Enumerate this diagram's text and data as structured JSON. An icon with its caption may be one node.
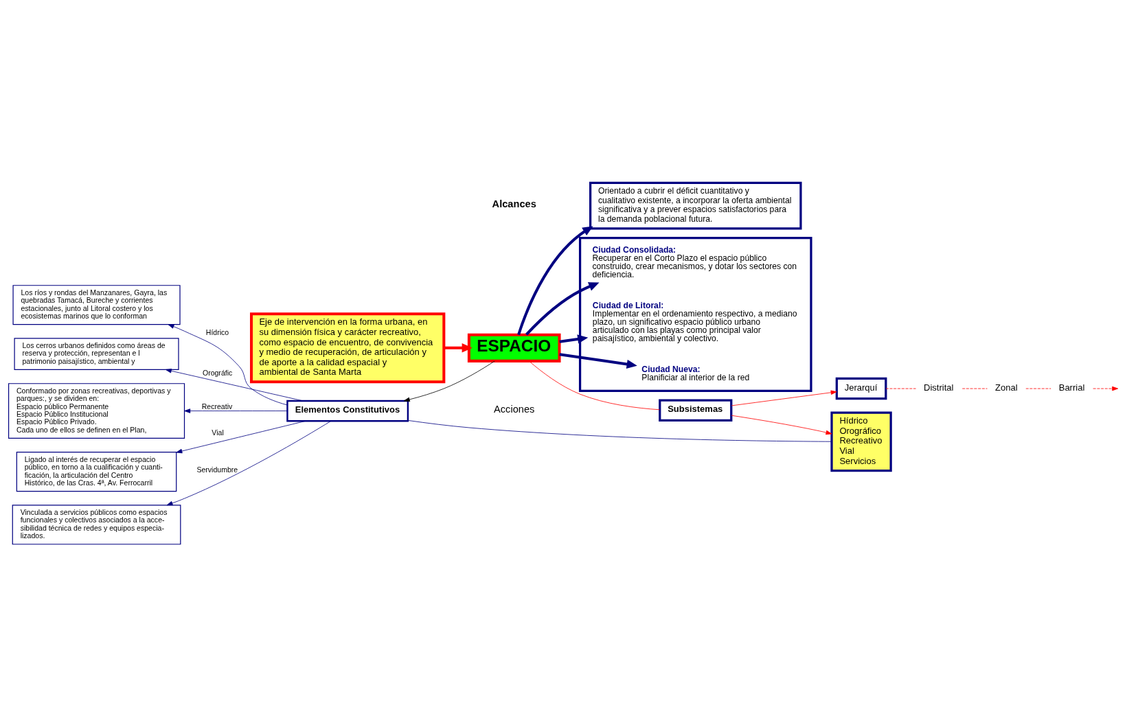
{
  "diagram": {
    "nodes": [
      {
        "text": [
          "Eje de intervención en la forma urbana, en su dimensión física y carácter recreativo, como espacio de encuentro, de convivencia y medio de recuperación, de articulación y de aporte a la calidad espacial y ambiental de Santa Marta"
        ]
      },
      {
        "text": [
          "ESPACIO"
        ]
      },
      {
        "text": [
          "Orientado a cubrir el déficit cuantitativo y cualitativo existente, a incorporar la oferta ambiental significativa y a prever espacios satisfactorios para la demanda poblacional futura."
        ]
      },
      {
        "text": [],
        "shape": "box"
      },
      {
        "text": [
          "Ciudad Consolidada:",
          "Recuperar en el Corto Plazo el espacio público construido, crear mecanismos, y dotar los sectores con deficiencia."
        ],
        "in": 3
      },
      {
        "text": [
          "Ciudad de Litoral:",
          "Implementar en el ordenamiento respectivo, a mediano plazo, un significativo espacio público urbano articulado con las playas como principal valor paisajístico, ambiental y colectivo."
        ],
        "in": 3
      },
      {
        "text": [
          "Ciudad Nueva:",
          "Planificiar al interior de la red"
        ],
        "in": 3
      },
      {
        "text": [
          "Subsistemas"
        ]
      },
      {
        "text": [
          "Jerarquí"
        ]
      },
      {
        "text": [
          "Elementos Constitutivos"
        ]
      },
      {
        "text": [
          "Hídrico",
          "Orográfico",
          "Recreativo",
          "Vial",
          "Servicios"
        ]
      },
      {
        "text": [
          "Los ríos y rondas del Manzanares, Gayra, las quebradas Tamacá, Bureche y corrientes estacionales, junto al Litoral costero y los ecosistemas marinos que lo conforman"
        ]
      },
      {
        "text": [
          "Los cerros urbanos definidos como áreas de reserva y protección, representan e l patrimonio paisajístico, ambiental y"
        ]
      },
      {
        "text": [
          "Conformado por zonas recreativas, deportivas y parques:, y se dividen en:",
          "Espacio público Permanente",
          "Espacio Público Institucional",
          "Espacio Público Privado.",
          "Cada uno de ellos se definen en el Plan,"
        ]
      },
      {
        "text": [
          "Ligado al interés de recuperar el espacio público, en torno a la cualificación y cuanti- ficación, la articulación del Centro Histórico, de las Cras. 4ª, Av. Ferrocarril"
        ]
      },
      {
        "text": [
          "Vinculada a servicios públicos como espacios funcionales y colectivos asociados a la acce- sibilidad técnica de redes y equipos especia- lizados."
        ]
      },
      {
        "text": [
          "Distrital"
        ]
      },
      {
        "text": [
          "Zonal"
        ]
      },
      {
        "text": [
          "Barrial"
        ]
      }
    ],
    "edges": [
      {
        "from": 0,
        "to": 1,
        "arrow": "to",
        "style": "thick",
        "color": "#ff0000"
      },
      {
        "from": 1,
        "to": 2,
        "arrow": "to",
        "style": "thick"
      },
      {
        "from": 1,
        "to": 4,
        "arrow": "to",
        "style": "thick"
      },
      {
        "from": 1,
        "to": 5,
        "arrow": "to",
        "style": "thick"
      },
      {
        "from": 1,
        "to": 6,
        "arrow": "to",
        "style": "thick"
      },
      {
        "from": 1,
        "to": 7,
        "arrow": "none",
        "color": "#ff0000"
      },
      {
        "from": 7,
        "to": 8,
        "arrow": "to",
        "color": "#ff0000"
      },
      {
        "from": 7,
        "to": 10,
        "arrow": "to",
        "color": "#ff0000"
      },
      {
        "from": 8,
        "to": 16,
        "arrow": "none",
        "style": "dashed",
        "color": "#ff0000"
      },
      {
        "from": 16,
        "to": 17,
        "arrow": "none",
        "style": "dashed",
        "color": "#ff0000"
      },
      {
        "from": 17,
        "to": 18,
        "arrow": "none",
        "style": "dashed",
        "color": "#ff0000"
      },
      {
        "from": 18,
        "to": null,
        "arrow": "to",
        "style": "dashed",
        "color": "#ff0000"
      },
      {
        "from": 1,
        "to": 9,
        "arrow": "to",
        "color": "#000000"
      },
      {
        "from": 9,
        "to": 10,
        "arrow": "none"
      },
      {
        "from": 9,
        "to": 11,
        "arrow": "to",
        "label": "Hídrico"
      },
      {
        "from": 9,
        "to": 12,
        "arrow": "to",
        "label": "Orográfic"
      },
      {
        "from": 9,
        "to": 13,
        "arrow": "to",
        "label": "Recreativ"
      },
      {
        "from": 9,
        "to": 14,
        "arrow": "to",
        "label": "Vial"
      },
      {
        "from": 9,
        "to": 15,
        "arrow": "to",
        "label": "Servidumbre"
      }
    ],
    "labels": [
      "Alcances",
      "Acciones"
    ]
  }
}
